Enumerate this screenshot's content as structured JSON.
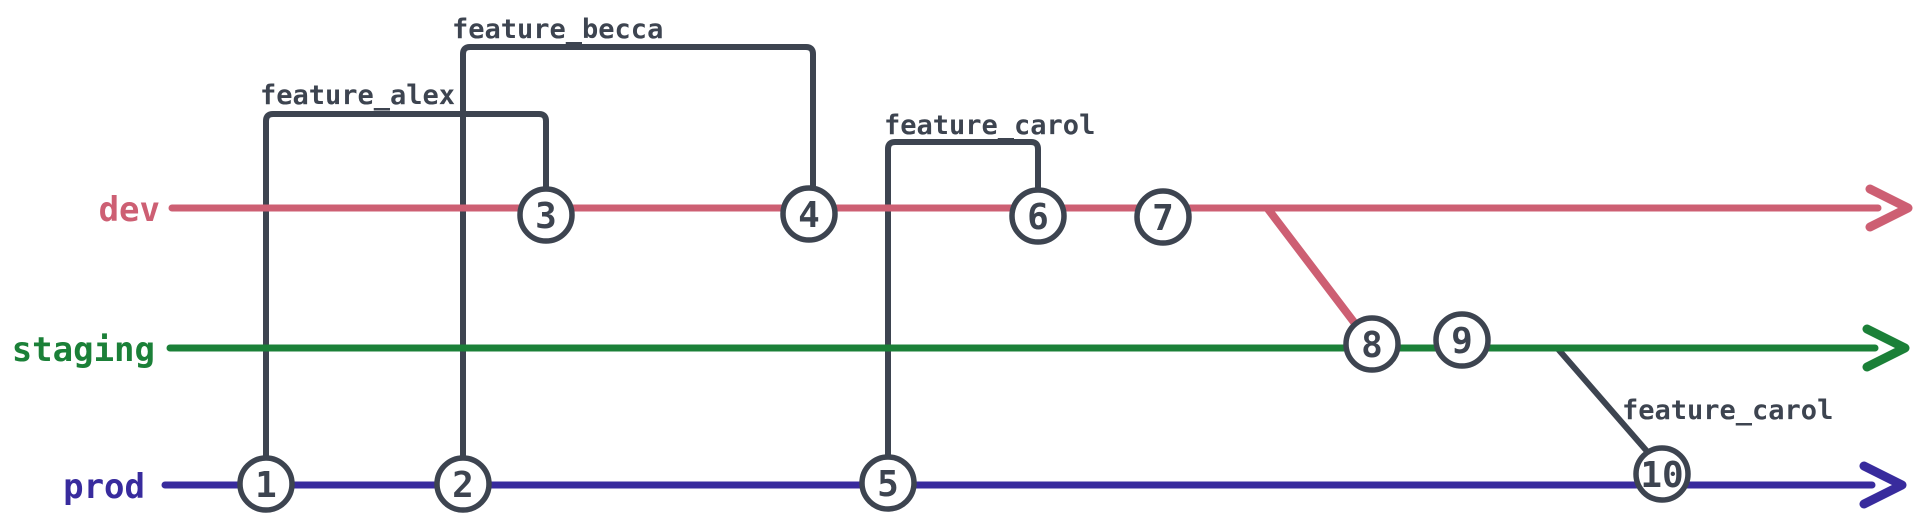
{
  "diagram": {
    "type": "git-branch-graph",
    "colors": {
      "background": "#ffffff",
      "ink": "#3d4450",
      "dev": "#cd5f73",
      "staging": "#1b8038",
      "prod": "#382b9d"
    },
    "branches": [
      {
        "name": "dev",
        "color": "#cd5f73"
      },
      {
        "name": "staging",
        "color": "#1b8038"
      },
      {
        "name": "prod",
        "color": "#382b9d"
      }
    ],
    "feature_branches": [
      {
        "label": "feature_alex",
        "from": {
          "branch": "prod",
          "commit": "1"
        },
        "to": {
          "branch": "dev",
          "commit": "3"
        }
      },
      {
        "label": "feature_becca",
        "from": {
          "branch": "prod",
          "commit": "2"
        },
        "to": {
          "branch": "dev",
          "commit": "4"
        }
      },
      {
        "label": "feature_carol",
        "from": {
          "branch": "prod",
          "commit": "5"
        },
        "to": {
          "branch": "dev",
          "commit": "6"
        }
      },
      {
        "label": "feature_carol",
        "from": {
          "branch": "staging"
        },
        "to": {
          "branch": "prod",
          "commit": "10"
        }
      }
    ],
    "merges": [
      {
        "from": {
          "branch": "dev"
        },
        "to": {
          "branch": "staging",
          "commit": "8"
        }
      }
    ],
    "commits": [
      {
        "label": "1",
        "branch": "prod"
      },
      {
        "label": "2",
        "branch": "prod"
      },
      {
        "label": "3",
        "branch": "dev"
      },
      {
        "label": "4",
        "branch": "dev"
      },
      {
        "label": "5",
        "branch": "prod"
      },
      {
        "label": "6",
        "branch": "dev"
      },
      {
        "label": "7",
        "branch": "dev"
      },
      {
        "label": "8",
        "branch": "staging"
      },
      {
        "label": "9",
        "branch": "staging"
      },
      {
        "label": "10",
        "branch": "prod"
      }
    ]
  }
}
